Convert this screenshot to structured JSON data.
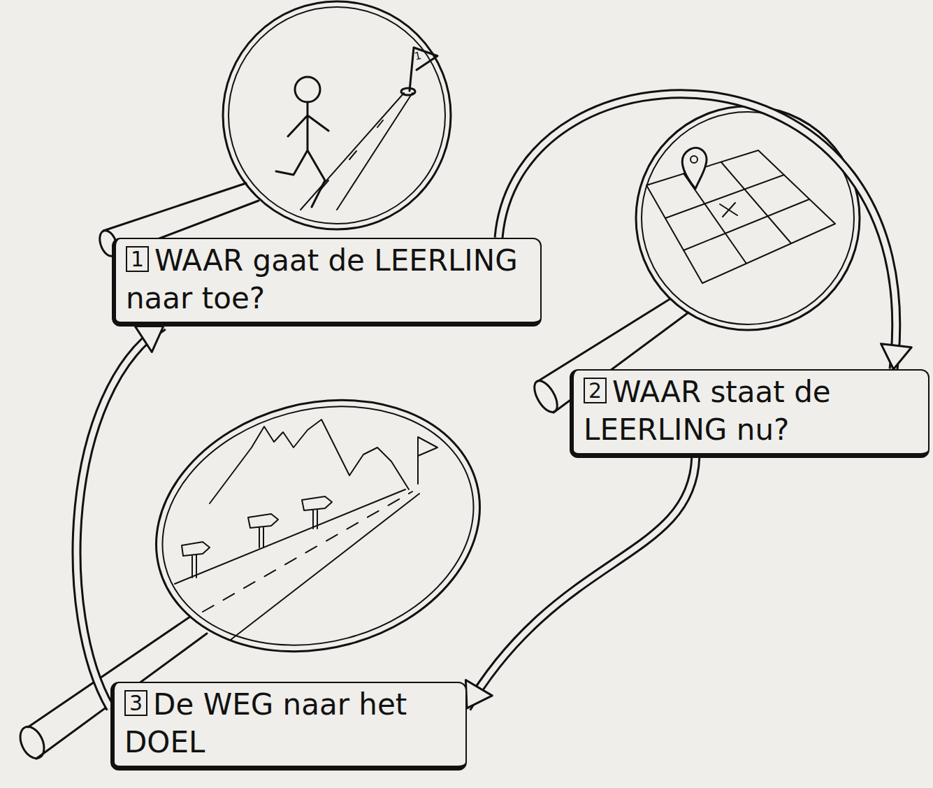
{
  "diagram": {
    "nodes": [
      {
        "text": [
          "1",
          "WAAR gaat de LEERLING naar toe?"
        ]
      },
      {
        "text": [
          "2",
          "WAAR staat de LEERLING nu?"
        ]
      },
      {
        "text": [
          "3",
          "De WEG naar het DOEL"
        ]
      }
    ],
    "edges": [
      {
        "from": 0,
        "to": 1,
        "arrow": "to"
      },
      {
        "from": 1,
        "to": 2,
        "arrow": "to"
      },
      {
        "from": 2,
        "to": 0,
        "arrow": "to"
      }
    ],
    "labels": [
      "1"
    ]
  }
}
